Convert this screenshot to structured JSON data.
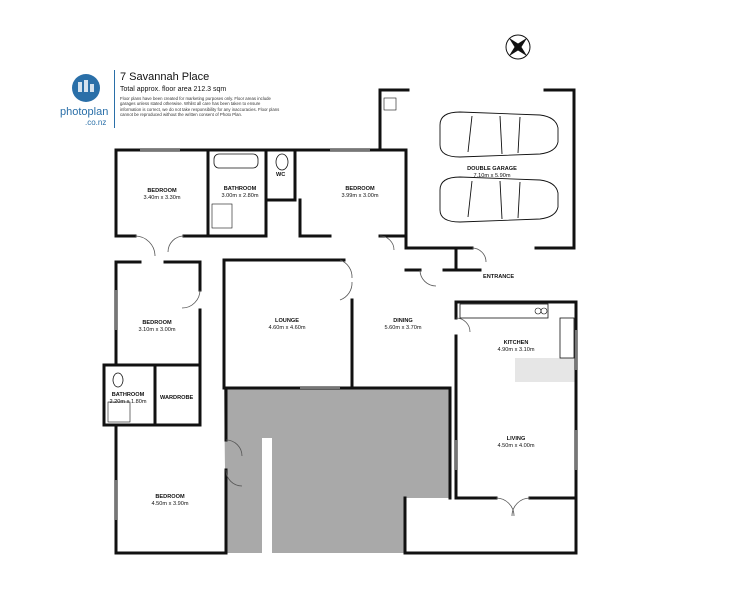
{
  "header": {
    "brand_main": "photoplan",
    "brand_sub": ".co.nz",
    "title": "7 Savannah Place",
    "subtitle": "Total approx. floor area 212.3 sqm",
    "disclaimer": "Floor plans have been created for marketing purposes only. Floor areas include garages unless stated otherwise. Whilst all care has been taken to ensure information is correct, we do not take responsibility for any inaccuracies. Floor plans cannot be reproduced without the written consent of Photo Plan."
  },
  "rooms": {
    "bedroom1": {
      "name": "BEDROOM",
      "size": "3.40m  x 3.30m"
    },
    "bathroom1": {
      "name": "BATHROOM",
      "size": "3.00m  x 2.80m"
    },
    "wc": {
      "name": "WC"
    },
    "bedroom2": {
      "name": "BEDROOM",
      "size": "3.99m  x 3.00m"
    },
    "garage": {
      "name": "DOUBLE GARAGE",
      "size": "7.10m  x 5.90m"
    },
    "entrance": {
      "name": "ENTRANCE"
    },
    "bedroom3": {
      "name": "BEDROOM",
      "size": "3.10m  x 3.00m"
    },
    "lounge": {
      "name": "LOUNGE",
      "size": "4.60m  x 4.60m"
    },
    "dining": {
      "name": "DINING",
      "size": "5.60m  x 3.70m"
    },
    "kitchen": {
      "name": "KITCHEN",
      "size": "4.90m  x 3.10m"
    },
    "bathroom2": {
      "name": "BATHROOM",
      "size": "2.20m  x 1.80m"
    },
    "wardrobe": {
      "name": "WARDROBE"
    },
    "living": {
      "name": "LIVING",
      "size": "4.50m  x 4.00m"
    },
    "bedroom4": {
      "name": "BEDROOM",
      "size": "4.50m  x 3.90m"
    }
  },
  "colors": {
    "wall": "#111111",
    "deck": "#a9a9a9",
    "kitchen_island": "#e6e6e6",
    "brand": "#2a6fa8"
  }
}
